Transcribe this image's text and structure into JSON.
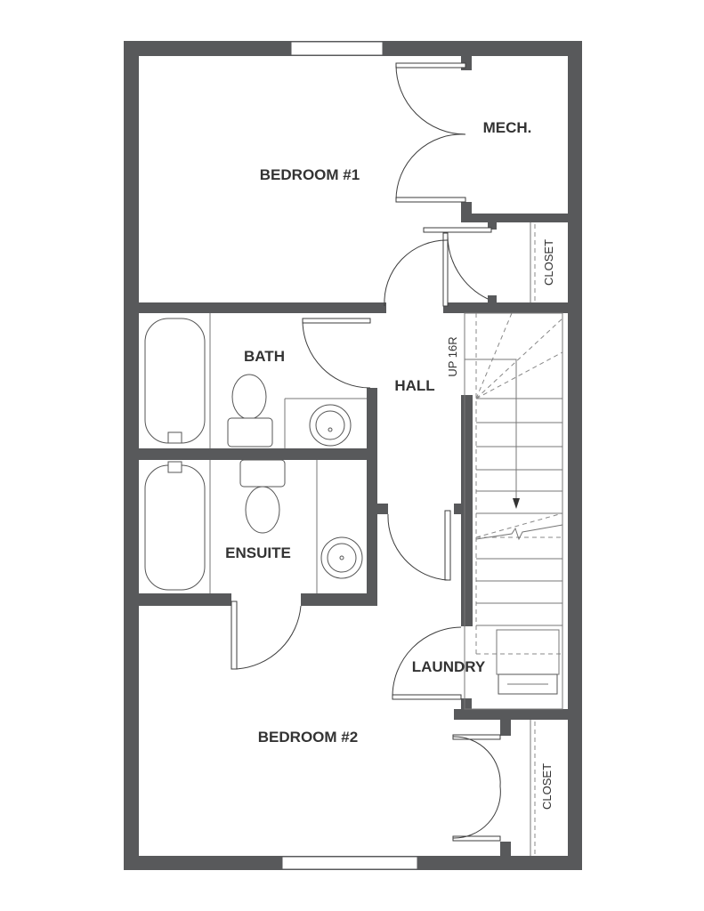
{
  "floor_plan": {
    "rooms": {
      "bedroom1": "BEDROOM #1",
      "mech": "MECH.",
      "closet_upper": "CLOSET",
      "bath": "BATH",
      "hall": "HALL",
      "ensuite": "ENSUITE",
      "laundry": "LAUNDRY",
      "bedroom2": "BEDROOM #2",
      "closet_lower": "CLOSET"
    },
    "stairs_note": "UP 16R"
  },
  "colors": {
    "wall": "#58595b",
    "text": "#333333",
    "background": "#ffffff"
  }
}
